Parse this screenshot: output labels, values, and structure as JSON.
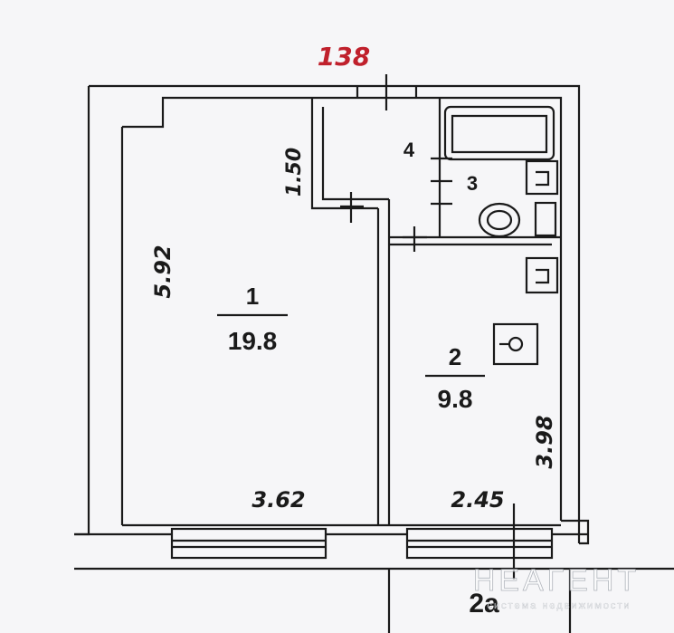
{
  "plan": {
    "apartment_number": "138",
    "apartment_number_color": "#c0202c",
    "line_color": "#1a1a1a",
    "rooms": [
      {
        "number": "1",
        "area": "19.8"
      },
      {
        "number": "2",
        "area": "9.8"
      },
      {
        "number": "3"
      },
      {
        "number": "4"
      }
    ],
    "dimensions": [
      "5.92",
      "1.50",
      "3.62",
      "2.45",
      "3.98"
    ],
    "neighbor_label": "2а"
  },
  "watermark": {
    "brand": "НЕАГЕНТ",
    "tagline": "система недвижимости"
  }
}
